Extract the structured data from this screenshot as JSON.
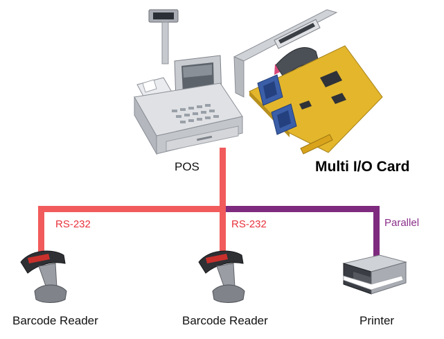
{
  "nodes": {
    "pos": {
      "label": "POS"
    },
    "io_card": {
      "label": "Multi I/O Card"
    },
    "barcode_reader_left": {
      "label": "Barcode Reader"
    },
    "barcode_reader_center": {
      "label": "Barcode Reader"
    },
    "printer": {
      "label": "Printer"
    }
  },
  "connections": {
    "serial_left": {
      "label": "RS-232"
    },
    "serial_center": {
      "label": "RS-232"
    },
    "parallel": {
      "label": "Parallel"
    }
  },
  "colors": {
    "serial_line": "#f15b5b",
    "serial_text": "#e8323c",
    "parallel_line": "#7e2a7e",
    "parallel_text": "#8a2e8a",
    "label_text": "#111111",
    "pcb_board": "#e3b62c",
    "db9_port": "#3b5ea8"
  }
}
